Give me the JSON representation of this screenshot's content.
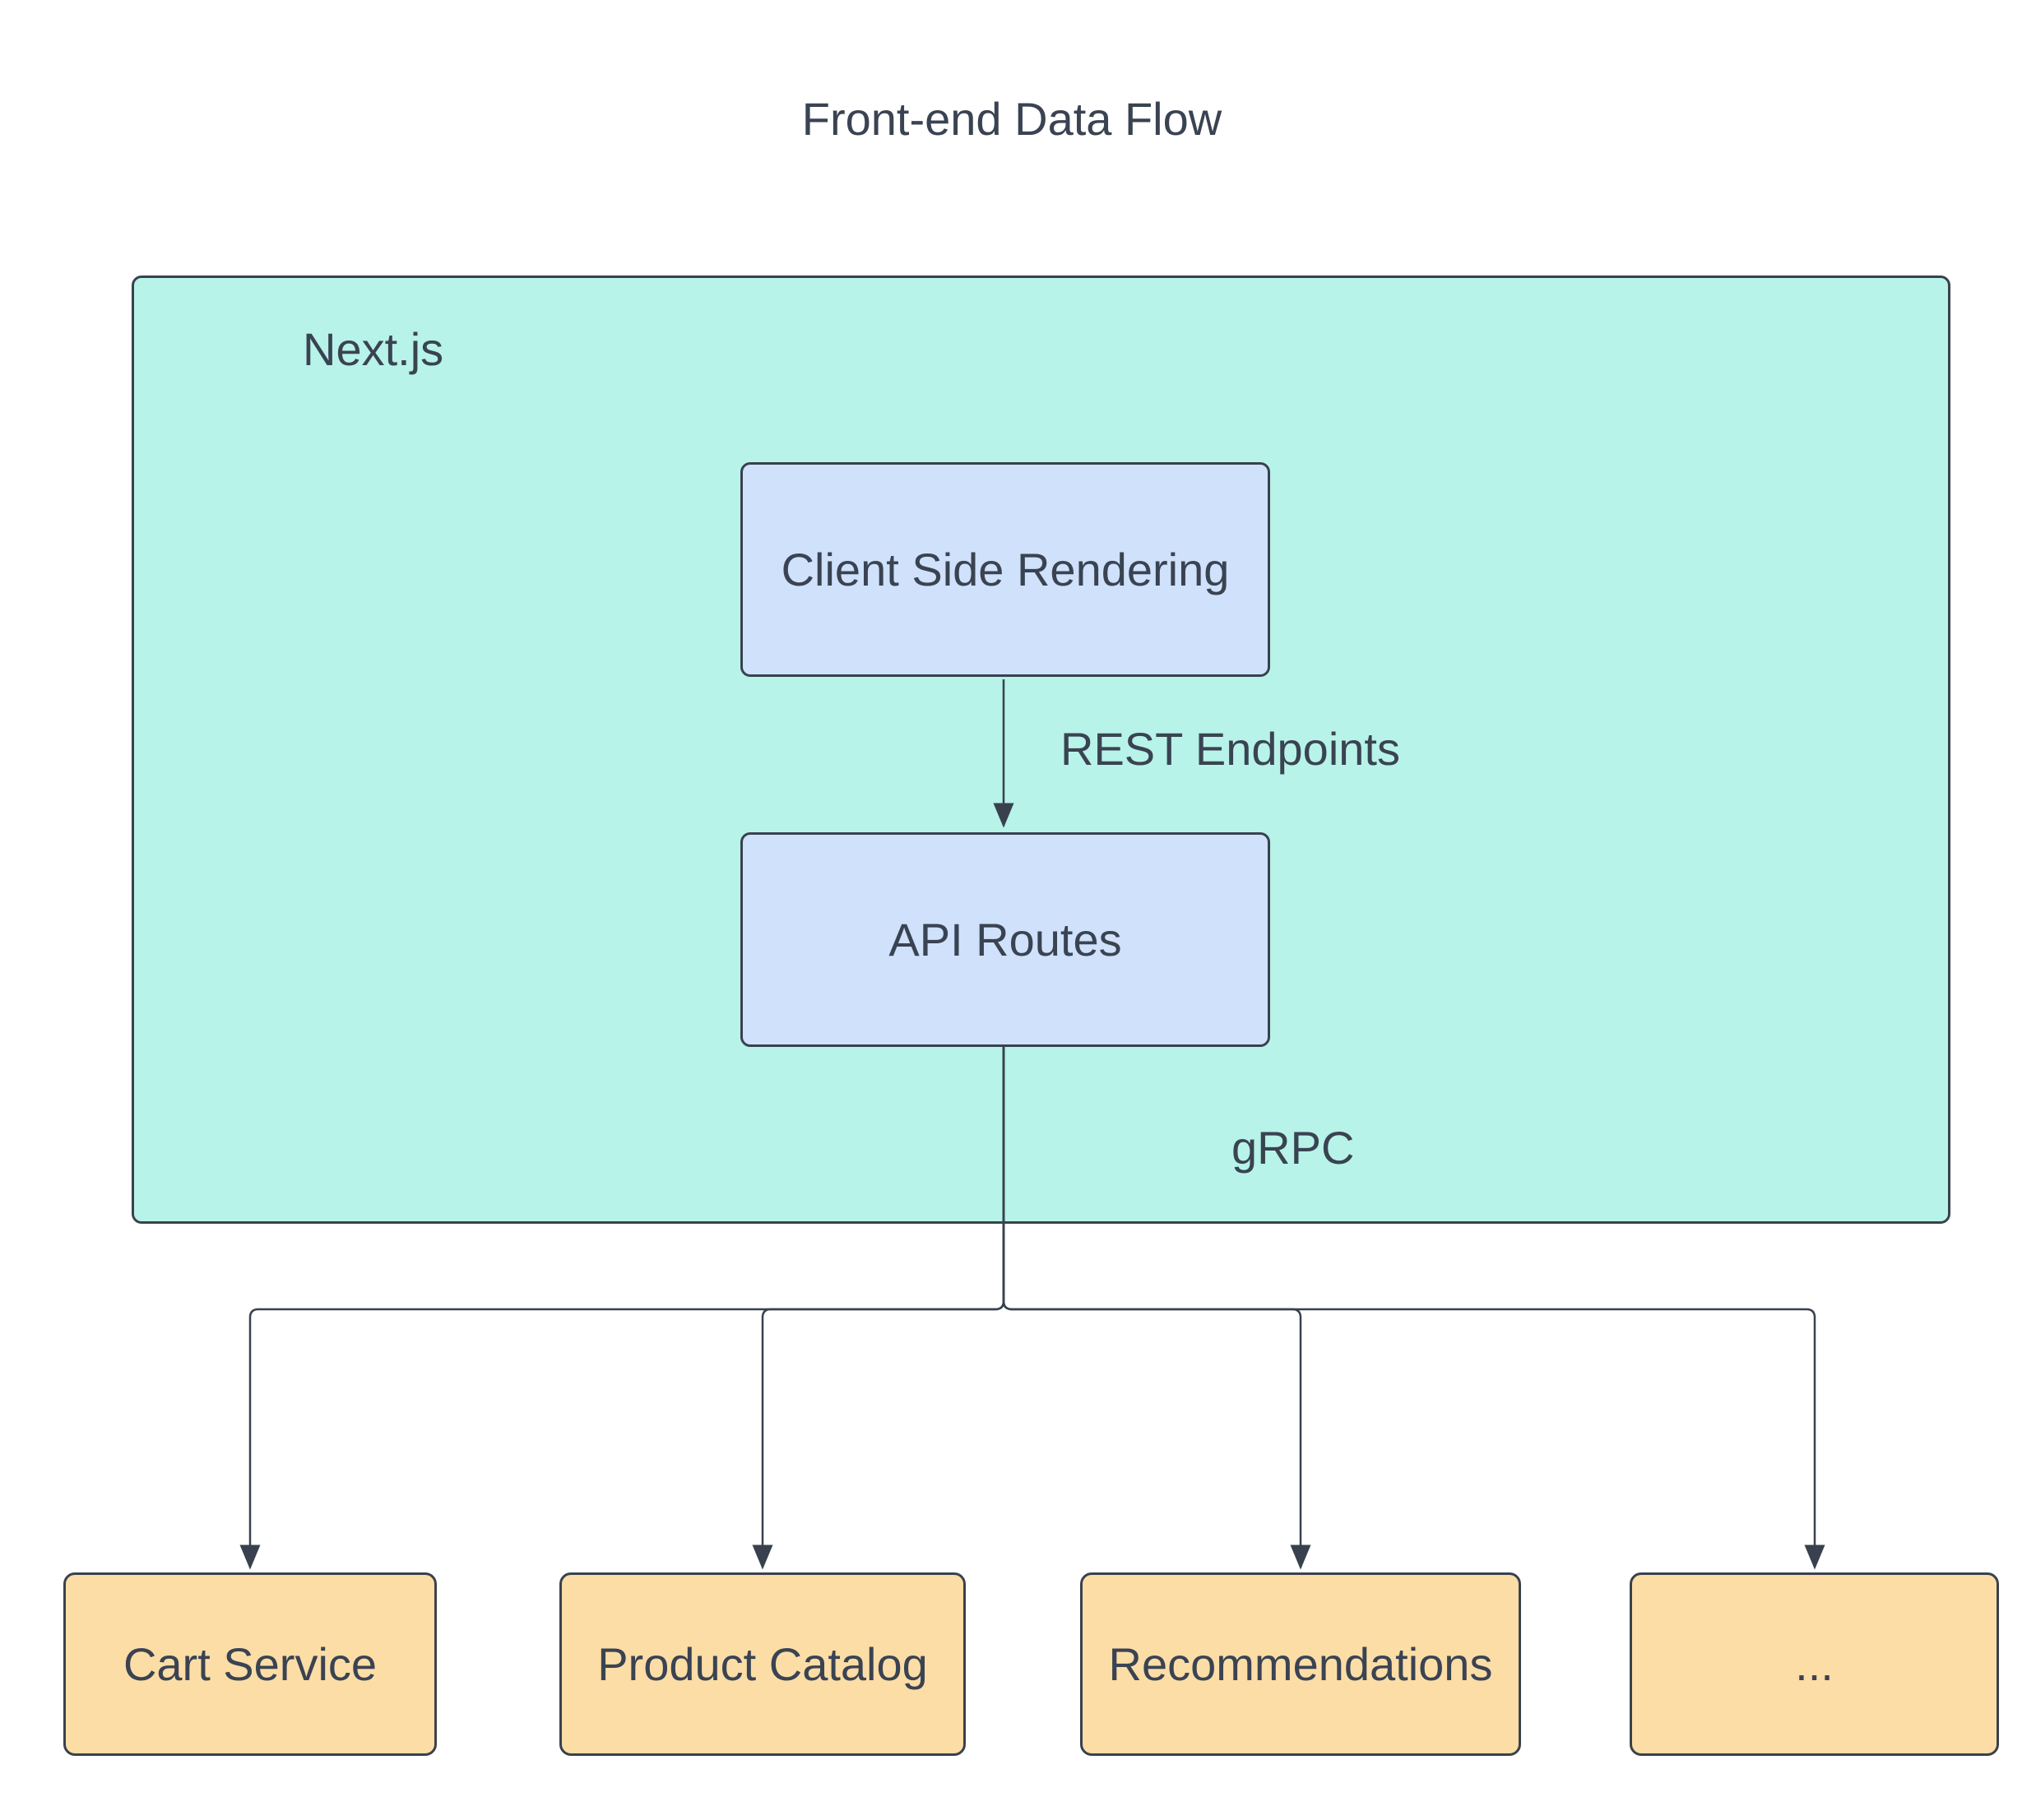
{
  "title": "Front-end Data Flow",
  "container": {
    "label": "Next.js"
  },
  "nodes": {
    "csr": {
      "label": "Client Side Rendering"
    },
    "api": {
      "label": "API Routes"
    }
  },
  "edges": {
    "rest": {
      "label": "REST Endpoints"
    },
    "grpc": {
      "label": "gRPC"
    }
  },
  "services": [
    {
      "label": "Cart Service"
    },
    {
      "label": "Product Catalog"
    },
    {
      "label": "Recommendations"
    },
    {
      "label": "..."
    }
  ],
  "colors": {
    "container_fill": "#b7f3e8",
    "node_fill": "#d0e1fb",
    "service_fill": "#fcdda6",
    "stroke": "#39414e",
    "text": "#3a4352",
    "background": "#ffffff"
  }
}
